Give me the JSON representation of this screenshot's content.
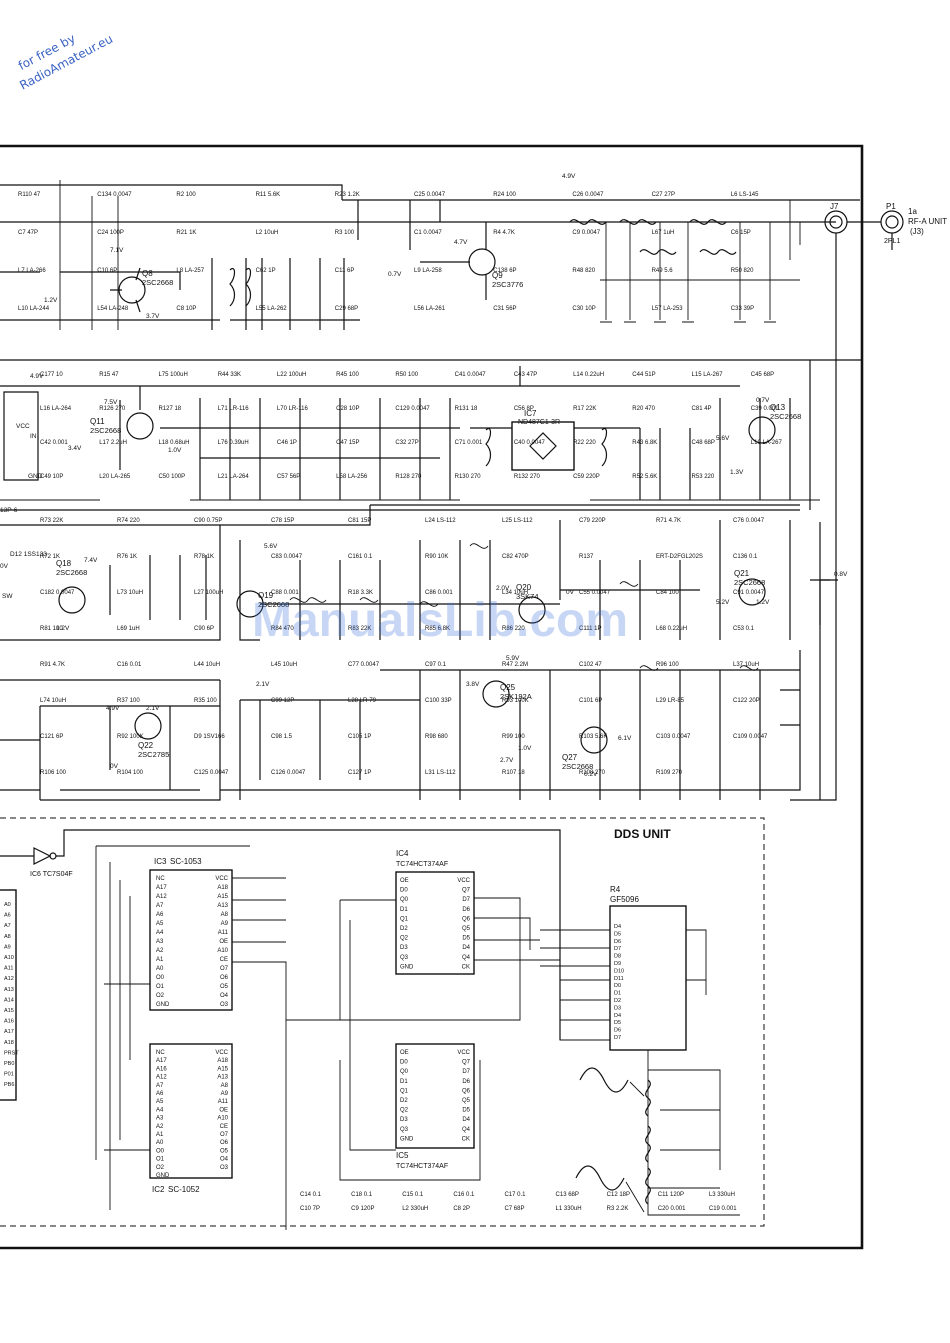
{
  "stamp": {
    "line1": "for free by",
    "line2": "RadioAmateur.eu"
  },
  "watermark": "ManualsLib.com",
  "dds_unit_title": "DDS UNIT",
  "connector": {
    "ref": "P1",
    "pin": "J7",
    "name": "1a",
    "dest1": "RF-A UNIT",
    "dest2": "(J3)",
    "pin_label": "2PL1"
  },
  "voltage_labels": [
    "4.9V",
    "7.1V",
    "1.2V",
    "3.7V",
    "0.7V",
    "4.7V",
    "4.9V",
    "7.5V",
    "1.0V",
    "0.7V",
    "5.6V",
    "1.3V",
    "3.4V",
    "7.4V",
    "1.2V",
    "5.6V",
    "2.0V",
    "0V",
    "0.8V",
    "5.2V",
    "1.2V",
    "2.1V",
    "4.9V",
    "2.1V",
    "0V",
    "3.8V",
    "5.9V",
    "1.0V",
    "2.7V",
    "6.1V",
    "0.2V"
  ],
  "transistors": [
    {
      "ref": "Q8",
      "part": "2SC2668"
    },
    {
      "ref": "Q9",
      "part": "2SC3776"
    },
    {
      "ref": "Q11",
      "part": "2SC2668"
    },
    {
      "ref": "Q13",
      "part": "2SC2668"
    },
    {
      "ref": "Q18",
      "part": "2SC2668"
    },
    {
      "ref": "Q19",
      "part": "2SC2668"
    },
    {
      "ref": "Q20",
      "part": "3SK74"
    },
    {
      "ref": "Q21",
      "part": "2SC2668"
    },
    {
      "ref": "Q22",
      "part": "2SC2785"
    },
    {
      "ref": "Q25",
      "part": "2SK192A"
    },
    {
      "ref": "Q27",
      "part": "2SC2668"
    }
  ],
  "ics": [
    {
      "ref": "IC7",
      "part": "ND487C1-3R"
    },
    {
      "ref": "IC6",
      "part": "TC7S04F"
    },
    {
      "ref": "IC3",
      "part": "SC-1053"
    },
    {
      "ref": "IC2",
      "part": "SC-1052"
    },
    {
      "ref": "IC4",
      "part": "TC74HCT374AF"
    },
    {
      "ref": "IC5",
      "part": "TC74HCT374AF"
    },
    {
      "ref": "R4",
      "part": "GF5096"
    }
  ],
  "components_top": [
    "R110 47",
    "C134 0.0047",
    "R2 100",
    "R11 5.6K",
    "R23 1.2K",
    "C25 0.0047",
    "R24 100",
    "C26 0.0047",
    "C27 27P",
    "L6 LS-145",
    "C7 47P",
    "C24 100P",
    "R21 1K",
    "L2 10uH",
    "R3 100",
    "C1 0.0047",
    "R4 4.7K",
    "C9 0.0047",
    "L67 1uH",
    "C6 15P",
    "L7 LA-266",
    "C10 6P",
    "L8 LA-257",
    "C62 1P",
    "C11 6P",
    "L9 LA-258",
    "C138 6P",
    "R48 820",
    "R49 5.6",
    "R50 820",
    "L10 LA-244",
    "L54 LA-248",
    "C8 10P",
    "L55 LA-262",
    "C29 68P",
    "L56 LA-261",
    "C31 56P",
    "C30 10P",
    "L57 LA-253",
    "C33 39P"
  ],
  "components_mid": [
    "C177 10",
    "R15 47",
    "L75 100uH",
    "R44 33K",
    "L22 100uH",
    "R45 100",
    "R50 100",
    "C41 0.0047",
    "C43 47P",
    "L14 0.22uH",
    "C44 51P",
    "L15 LA-267",
    "C45 68P",
    "L16 LA-264",
    "R126 270",
    "R127 18",
    "L71 LR-116",
    "L70 LR-116",
    "C28 10P",
    "C129 0.0047",
    "R131 18",
    "C56 8P",
    "R17 22K",
    "R20 470",
    "C81 4P",
    "C39 0.001",
    "C42 0.001",
    "L17 2.2uH",
    "L18 0.68uH",
    "L76 0.39uH",
    "C46 1P",
    "C47 15P",
    "C32 27P",
    "C71 0.001",
    "C40 0.0047",
    "R22 220",
    "R43 6.8K",
    "C48 68P",
    "L19 LA-267",
    "C49 10P",
    "L20 LA-265",
    "C50 100P",
    "L21 LA-264",
    "C57 56P",
    "L58 LA-256",
    "R128 270",
    "R130 270",
    "R132 270",
    "C59 220P",
    "R52 5.6K",
    "R53 220"
  ],
  "components_lower": [
    "R73 22K",
    "R74 220",
    "C90 0.75P",
    "C78 15P",
    "C81 15P",
    "L24 LS-112",
    "L25 LS-112",
    "C79 220P",
    "R71 4.7K",
    "C76 0.0047",
    "R72 1K",
    "R76 1K",
    "R78 1K",
    "C83 0.0047",
    "C161 0.1",
    "R90 10K",
    "C82 470P",
    "R137",
    "ERT-D2FGL202S",
    "C136 0.1",
    "C182 0.0047",
    "L73 10uH",
    "L27 100uH",
    "C88 0.001",
    "R18 3.3K",
    "C86 0.001",
    "L34 10uH",
    "C55 0.0047",
    "C84 100",
    "C91 0.0047",
    "R81 100",
    "L69 1uH",
    "C90 6P",
    "R84 470",
    "R83 22K",
    "R85 6.8K",
    "R86 220",
    "C111 1P",
    "L68 0.22uH",
    "C53 0.1",
    "R91 4.7K",
    "C16 0.01",
    "L44 10uH",
    "L45 10uH",
    "C77 0.0047",
    "C97 0.1",
    "R47 2.2M",
    "C102 47",
    "R96 100",
    "L37 10uH",
    "L74 10uH",
    "R37 100",
    "R35 100",
    "C99 12P",
    "L28 LR-79",
    "C100 33P",
    "R93 100K",
    "C101 6P",
    "L29 LR-85",
    "C122 20P",
    "C121 6P",
    "R92 100K",
    "D9 1SV166",
    "C98 1.5",
    "C105 1P",
    "R98 680",
    "R99 100",
    "R103 5.6K",
    "C103 0.0047",
    "C109 0.0047",
    "R106 100",
    "R104 100",
    "C125 0.0047",
    "C126 0.0047",
    "C127 1P",
    "L31 LS-112",
    "R107 18",
    "R108 270",
    "R109 270"
  ],
  "components_dds": [
    "C14 0.1",
    "C18 0.1",
    "C15 0.1",
    "C16 0.1",
    "C17 0.1",
    "C13 68P",
    "C12 18P",
    "C11 120P",
    "L3 330uH",
    "C10 7P",
    "C9 120P",
    "L2 330uH",
    "C8 2P",
    "C7 68P",
    "L1 330uH",
    "R3 2.2K",
    "C20 0.001",
    "C19 0.001"
  ],
  "ic3_pins_left": [
    "NC",
    "A17",
    "A12",
    "A7",
    "A6",
    "A5",
    "A4",
    "A3",
    "A2",
    "A1",
    "A0",
    "O0",
    "O1",
    "O2",
    "GND"
  ],
  "ic3_pins_right": [
    "VCC",
    "A18",
    "A15",
    "A13",
    "A8",
    "A9",
    "A11",
    "OE",
    "A10",
    "CE",
    "O7",
    "O6",
    "O5",
    "O4",
    "O3"
  ],
  "ic2_pins_left": [
    "NC",
    "A17",
    "A16",
    "A12",
    "A7",
    "A6",
    "A5",
    "A4",
    "A3",
    "A2",
    "A1",
    "A0",
    "O0",
    "O1",
    "O2",
    "GND"
  ],
  "ic2_pins_right": [
    "VCC",
    "A18",
    "A15",
    "A13",
    "A8",
    "A9",
    "A11",
    "OE",
    "A10",
    "CE",
    "O7",
    "O6",
    "O5",
    "O4",
    "O3"
  ],
  "latch_pins_left": [
    "OE",
    "D0",
    "Q0",
    "D1",
    "Q1",
    "D2",
    "Q2",
    "D3",
    "Q3",
    "GND"
  ],
  "latch_pins_right": [
    "VCC",
    "Q7",
    "D7",
    "D6",
    "Q6",
    "Q5",
    "D5",
    "D4",
    "Q4",
    "CK"
  ],
  "dds_pins_left": [
    "D4",
    "D5",
    "D6",
    "D7",
    "D8",
    "D9",
    "D10",
    "D11",
    "D0",
    "D1",
    "D2",
    "D3",
    "D4",
    "D5",
    "D6",
    "D7"
  ],
  "mcu_pins": [
    "A0",
    "A6",
    "A7",
    "A8",
    "A9",
    "A10",
    "A11",
    "A12",
    "A13",
    "A14",
    "A15",
    "A16",
    "A17",
    "A18",
    "PRST",
    "PB0",
    "P01",
    "PB6"
  ],
  "misc": [
    "13P-6",
    "D12 1SS133",
    "IC6 TC7S04F",
    "0V",
    "SW",
    "VCC",
    "IN",
    "GND"
  ]
}
